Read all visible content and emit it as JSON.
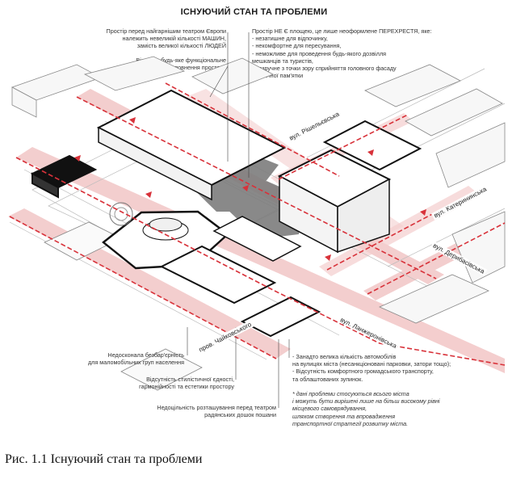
{
  "title": "ІСНУЮЧИЙ СТАН ТА ПРОБЛЕМИ",
  "annotations": {
    "cars": "Простір перед найгарнішим театром Європи\nналежить невеликій кількості МАШИН,\nзамість великої кількості ЛЮДЕЙ",
    "function": "Відсутнє будь-яке функціональне\nнаповнення простору",
    "intersection": "Простір НЕ Є площею, це лише неоформлене ПЕРЕХРЕСТЯ, яке:\n- незатишне для відпочинку,\n- некомфортне для пересування,\n- неможливе для проведення будь-якого дозвілля\nмешканців та туристів,\n- незручне з точки зору сприйняття головного фасаду\nвизначної пам'ятки",
    "barrier_free": "Недосконала безбар'єрність\nдля маломобільних груп населення",
    "style": "Відсутність стилістичної єдності,\nгармонійності та естетики простору",
    "placement": "Недоцільність розташування перед театром\nрадянських дошок пошани",
    "traffic": "- Занадто велика кількість автомобілів\nна вулицях міста (несанкціоновані парковки, затори тощо);\n- Відсутність комфортного громадського транспорту,\nта облаштованих зупинок.",
    "footnote": "* дані проблеми стосуються всього міста\nі можуть бути вирішені лише на більш високому рівні\nмісцевого самоврядування,\nшляхом створення та впровадження\nтранспортної стратегії розвитку міста."
  },
  "streets": {
    "rishelievska": "вул. Рішельєвська",
    "katerynynska": "вул. Катерининська",
    "derybasivska": "вул. Дерибасівська",
    "lanzheronivska": "вул. Ланжеронівська",
    "chaikovskoho": "пров. Чайковського"
  },
  "caption": "Рис. 1.1 Існуючий стан та проблеми",
  "colors": {
    "accent_red": "#d8323a",
    "road_pink": "#f2c6c6",
    "problem_area": "#7d7d7d"
  }
}
